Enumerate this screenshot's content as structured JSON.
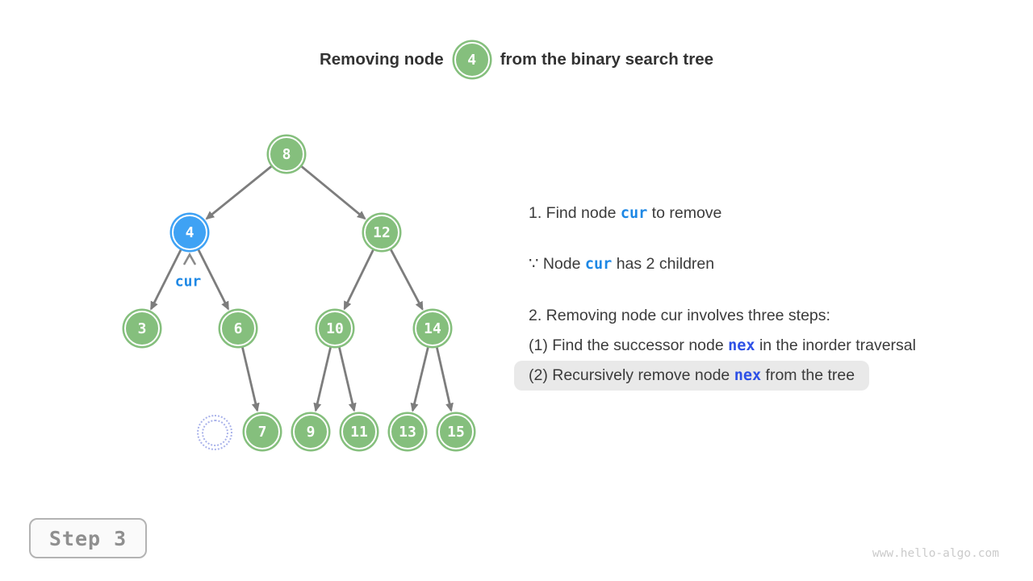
{
  "title": {
    "text_before": "Removing node",
    "highlighted_node": "4",
    "text_after": "from the binary search tree"
  },
  "tree": {
    "nodes": [
      {
        "value": "8",
        "variant": "green"
      },
      {
        "value": "4",
        "variant": "blue"
      },
      {
        "value": "12",
        "variant": "green"
      },
      {
        "value": "3",
        "variant": "green"
      },
      {
        "value": "6",
        "variant": "green"
      },
      {
        "value": "10",
        "variant": "green"
      },
      {
        "value": "14",
        "variant": "green"
      },
      {
        "value": "7",
        "variant": "green"
      },
      {
        "value": "9",
        "variant": "green"
      },
      {
        "value": "11",
        "variant": "green"
      },
      {
        "value": "13",
        "variant": "green"
      },
      {
        "value": "15",
        "variant": "green"
      }
    ],
    "pointer_label": "cur",
    "removed_placeholder": "dashed-empty-node"
  },
  "notes": {
    "line1": {
      "pre": "1. Find node ",
      "code": "cur",
      "post": " to remove"
    },
    "line2": {
      "pre": "∵ Node ",
      "code": "cur",
      "post": " has 2 children"
    },
    "line3": {
      "text": "2. Removing node cur involves three steps:"
    },
    "line4": {
      "pre": "(1) Find the successor node ",
      "code": "nex",
      "post": " in the inorder traversal"
    },
    "line5": {
      "pre": "(2) Recursively remove node ",
      "code": "nex",
      "post": " from the tree"
    }
  },
  "step_badge": "Step 3",
  "watermark": "www.hello-algo.com",
  "colors": {
    "node_green": "#85bf7d",
    "node_blue": "#3fa2f4",
    "cur_blue": "#1e88e5",
    "nex_blue": "#2d50e6",
    "arrow_gray": "#7d7d7d",
    "highlight_gray": "#e9e9e9",
    "ghost_dotted": "#a9b2ea"
  }
}
